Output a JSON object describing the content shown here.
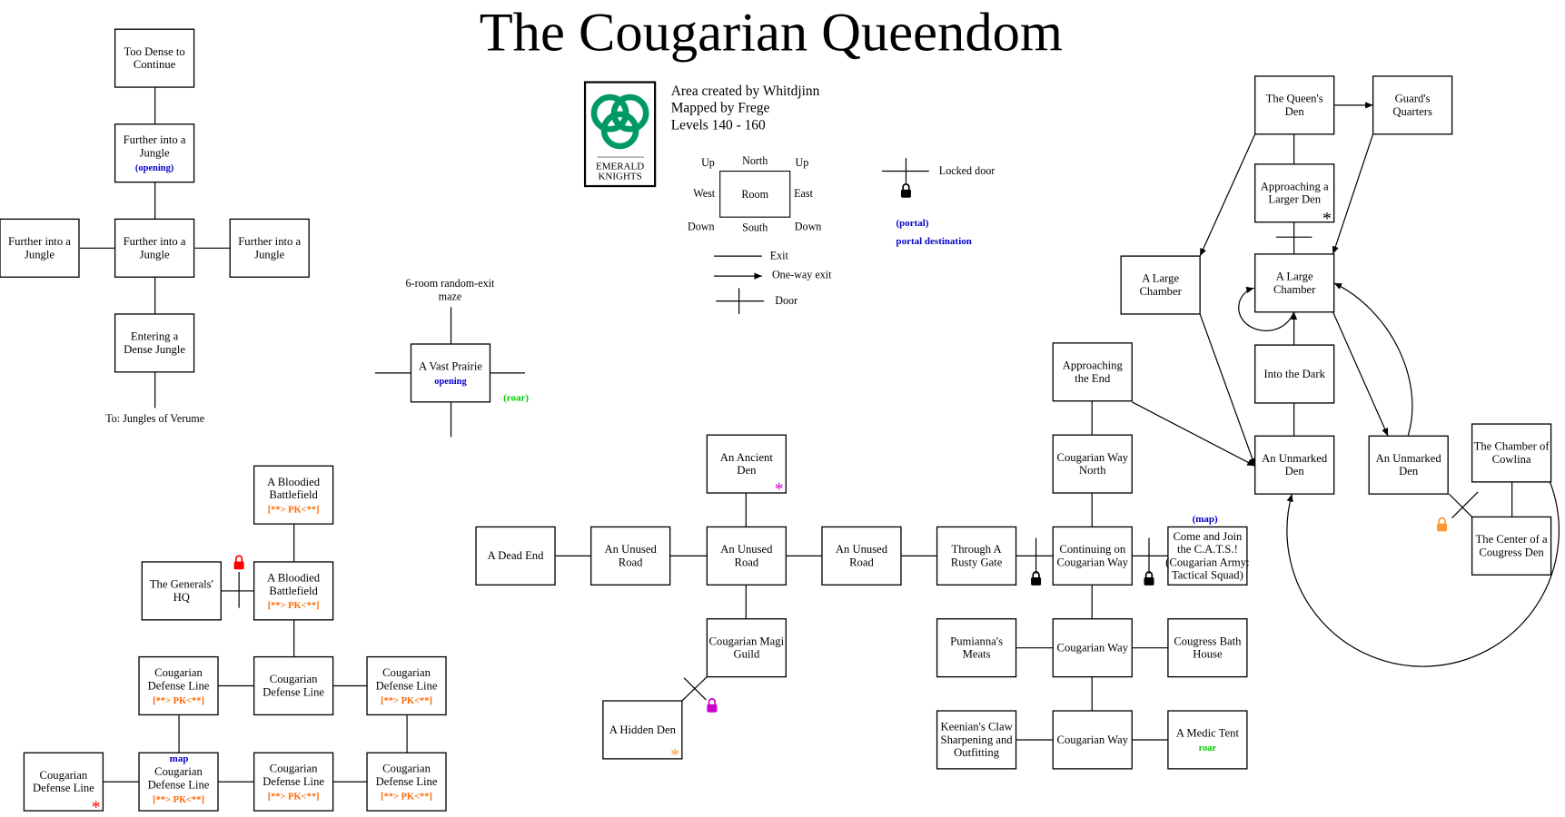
{
  "title": "The Cougarian Queendom",
  "credits": [
    "Area created by Whitdjinn",
    "Mapped by Frege",
    "Levels 140 - 160"
  ],
  "logo": {
    "text": [
      "EMERALD",
      "KNIGHTS"
    ],
    "color": "#009966"
  },
  "legend": {
    "room": "Room",
    "north": "North",
    "south": "South",
    "east": "East",
    "west": "West",
    "up_left": "Up",
    "up_right": "Up",
    "down_left": "Down",
    "down_right": "Down",
    "exit": "Exit",
    "oneway": "One-way exit",
    "door": "Door",
    "locked": "Locked door",
    "portal": "(portal)",
    "portal_dest": "portal destination"
  },
  "labels": {
    "jungle_exit": "To: Jungles of Verume",
    "maze": [
      "6-room random-exit",
      "maze"
    ],
    "prairie_roar": "(roar)",
    "cats_map": "(map)",
    "defense_map": "map"
  },
  "colors": {
    "pk": "#ff6600",
    "portal": "#0000cc",
    "roar": "#00cc00",
    "red": "#ff0000",
    "magenta": "#cc00cc",
    "orange": "#ff9933"
  },
  "rooms": [
    {
      "id": "j1",
      "lines": [
        "Too Dense to",
        "Continue"
      ]
    },
    {
      "id": "j2",
      "lines": [
        "Further into a",
        "Jungle"
      ],
      "tag": "(opening)",
      "tagColor": "#0000cc"
    },
    {
      "id": "j3",
      "lines": [
        "Further into a",
        "Jungle"
      ]
    },
    {
      "id": "j4",
      "lines": [
        "Further into a",
        "Jungle"
      ]
    },
    {
      "id": "j5",
      "lines": [
        "Further into a",
        "Jungle"
      ]
    },
    {
      "id": "j6",
      "lines": [
        "Entering a",
        "Dense Jungle"
      ]
    },
    {
      "id": "p1",
      "lines": [
        "A Vast Prairie"
      ],
      "tag": "opening",
      "tagColor": "#0000cc"
    },
    {
      "id": "b1",
      "lines": [
        "A Bloodied",
        "Battlefield"
      ],
      "tag": "[**> PK<**]",
      "tagColor": "#ff6600"
    },
    {
      "id": "b2",
      "lines": [
        "The Generals'",
        "HQ"
      ]
    },
    {
      "id": "b3",
      "lines": [
        "A Bloodied",
        "Battlefield"
      ],
      "tag": "[**> PK<**]",
      "tagColor": "#ff6600"
    },
    {
      "id": "d1",
      "lines": [
        "Cougarian",
        "Defense Line"
      ],
      "tag": "[**> PK<**]",
      "tagColor": "#ff6600"
    },
    {
      "id": "d2",
      "lines": [
        "Cougarian",
        "Defense Line"
      ]
    },
    {
      "id": "d3",
      "lines": [
        "Cougarian",
        "Defense Line"
      ],
      "tag": "[**> PK<**]",
      "tagColor": "#ff6600"
    },
    {
      "id": "d4",
      "lines": [
        "Cougarian",
        "Defense Line"
      ],
      "mark": "*",
      "markColor": "#ff0000"
    },
    {
      "id": "d5",
      "lines": [
        "Cougarian",
        "Defense Line"
      ],
      "tag": "[**> PK<**]",
      "tagColor": "#ff6600"
    },
    {
      "id": "d6",
      "lines": [
        "Cougarian",
        "Defense Line"
      ],
      "tag": "[**> PK<**]",
      "tagColor": "#ff6600"
    },
    {
      "id": "d7",
      "lines": [
        "Cougarian",
        "Defense Line"
      ],
      "tag": "[**> PK<**]",
      "tagColor": "#ff6600"
    },
    {
      "id": "c1",
      "lines": [
        "An Ancient",
        "Den"
      ],
      "mark": "*",
      "markColor": "#cc00cc"
    },
    {
      "id": "c2",
      "lines": [
        "A Dead End"
      ]
    },
    {
      "id": "c3",
      "lines": [
        "An Unused",
        "Road"
      ]
    },
    {
      "id": "c4",
      "lines": [
        "An Unused",
        "Road"
      ]
    },
    {
      "id": "c5",
      "lines": [
        "An Unused",
        "Road"
      ]
    },
    {
      "id": "c6",
      "lines": [
        "Through A",
        "Rusty Gate"
      ]
    },
    {
      "id": "c7",
      "lines": [
        "Continuing on",
        "Cougarian Way"
      ]
    },
    {
      "id": "c8",
      "lines": [
        "Come and Join",
        "the C.A.T.S.!",
        "(Cougarian Army:",
        "Tactical Squad)"
      ]
    },
    {
      "id": "c9",
      "lines": [
        "Cougarian Magi",
        "Guild"
      ]
    },
    {
      "id": "c10",
      "lines": [
        "A Hidden Den"
      ],
      "mark": "*",
      "markColor": "#ff9933"
    },
    {
      "id": "c11",
      "lines": [
        "Pumianna's",
        "Meats"
      ]
    },
    {
      "id": "c12",
      "lines": [
        "Cougarian Way"
      ]
    },
    {
      "id": "c13",
      "lines": [
        "Cougress Bath",
        "House"
      ]
    },
    {
      "id": "c14",
      "lines": [
        "Keenian's Claw",
        "Sharpening and",
        "Outfitting"
      ]
    },
    {
      "id": "c15",
      "lines": [
        "Cougarian Way"
      ]
    },
    {
      "id": "c16",
      "lines": [
        "A Medic Tent"
      ],
      "tag": "roar",
      "tagColor": "#00cc00"
    },
    {
      "id": "c17",
      "lines": [
        "Approaching",
        "the End"
      ]
    },
    {
      "id": "c18",
      "lines": [
        "Cougarian Way",
        "North"
      ]
    },
    {
      "id": "q1",
      "lines": [
        "The Queen's",
        "Den"
      ]
    },
    {
      "id": "q2",
      "lines": [
        "Guard's",
        "Quarters"
      ]
    },
    {
      "id": "q3",
      "lines": [
        "Approaching a",
        "Larger Den"
      ],
      "mark": "*",
      "markColor": "#000000"
    },
    {
      "id": "q4",
      "lines": [
        "A Large",
        "Chamber"
      ]
    },
    {
      "id": "q5",
      "lines": [
        "A Large",
        "Chamber"
      ]
    },
    {
      "id": "q6",
      "lines": [
        "Into the Dark"
      ]
    },
    {
      "id": "q7",
      "lines": [
        "An Unmarked",
        "Den"
      ]
    },
    {
      "id": "q8",
      "lines": [
        "An Unmarked",
        "Den"
      ]
    },
    {
      "id": "q9",
      "lines": [
        "The Chamber of",
        "Cowlina"
      ]
    },
    {
      "id": "q10",
      "lines": [
        "The Center of a",
        "Cougress Den"
      ]
    }
  ]
}
